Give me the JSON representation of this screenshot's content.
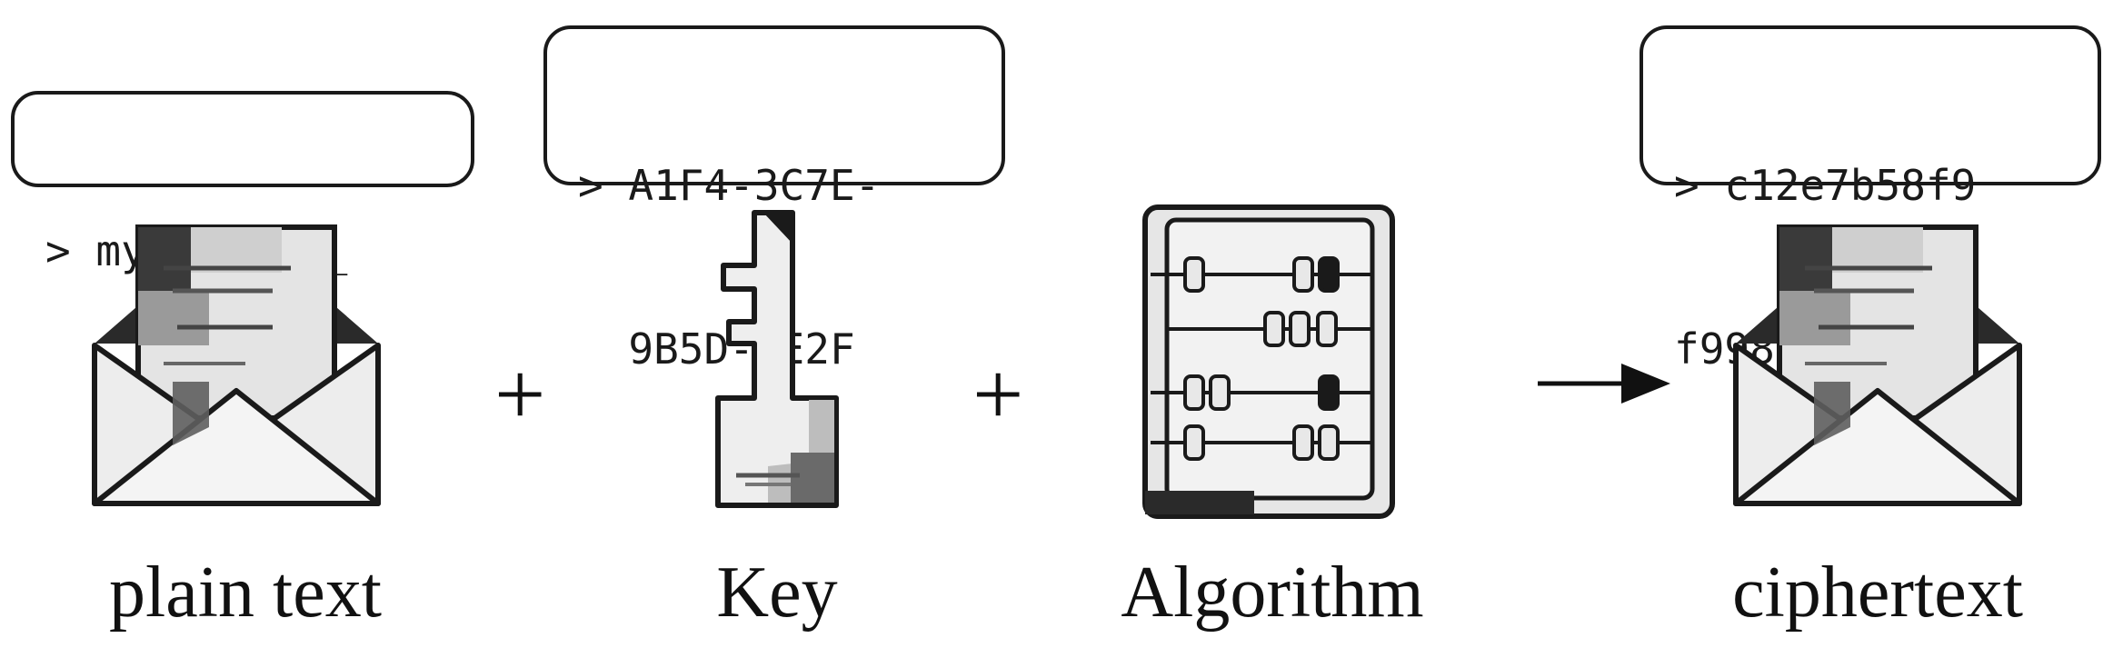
{
  "items": [
    {
      "id": "plaintext",
      "bubble_lines": [
        "> my secret_"
      ],
      "label": "plain text",
      "icon": "open-envelope-icon"
    },
    {
      "id": "key",
      "bubble_lines": [
        "> A1F4-3C7E-",
        "  9B5D-8E2F"
      ],
      "label": "Key",
      "icon": "key-icon"
    },
    {
      "id": "algorithm",
      "bubble_lines": [],
      "label": "Algorithm",
      "icon": "abacus-icon"
    },
    {
      "id": "ciphertext",
      "bubble_lines": [
        "> c12e7b58f9",
        "f99800f89..."
      ],
      "label": "ciphertext",
      "icon": "open-envelope-icon"
    }
  ],
  "operators": [
    "+",
    "+"
  ],
  "colors": {
    "stroke": "#1a1a1a",
    "fill_light": "#e8e8e8",
    "fill_mid": "#bdbdbd",
    "fill_dark": "#5a5a5a"
  }
}
